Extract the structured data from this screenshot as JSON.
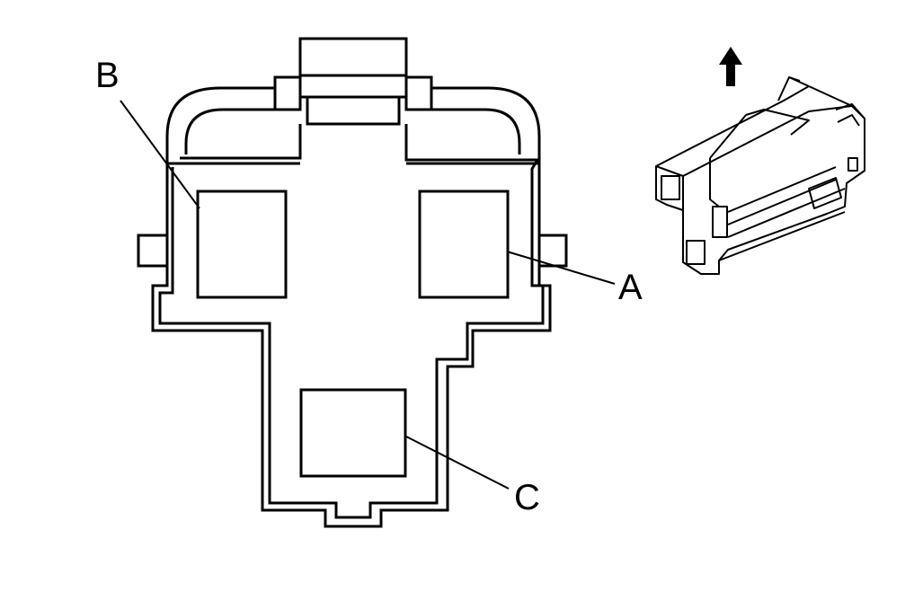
{
  "diagram": {
    "callouts": {
      "a": "A",
      "b": "B",
      "c": "C"
    },
    "colors": {
      "line": "#000000",
      "background": "#ffffff"
    },
    "icons": {
      "direction_arrow": "arrow-up-icon",
      "connector_view": "connector-3d-view"
    }
  }
}
